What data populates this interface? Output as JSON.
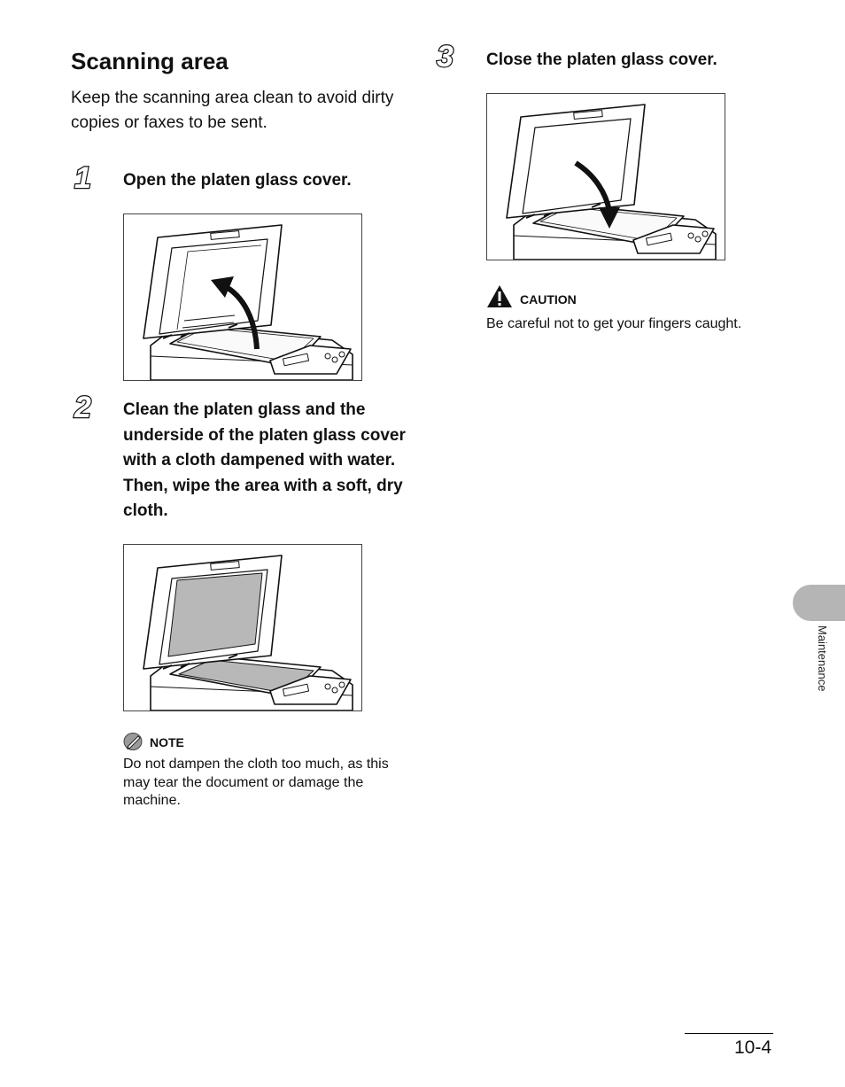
{
  "section": {
    "title": "Scanning area",
    "intro": "Keep the scanning area clean to avoid dirty copies or faxes to be sent."
  },
  "steps": [
    {
      "number": "1",
      "text": "Open the platen glass cover."
    },
    {
      "number": "2",
      "text": "Clean the platen glass and the underside of the platen glass cover with a cloth dampened with water. Then, wipe the area with a soft, dry cloth."
    },
    {
      "number": "3",
      "text": "Close the platen glass cover."
    }
  ],
  "note": {
    "heading": "NOTE",
    "icon": "pencil-note-icon",
    "text": "Do not dampen the cloth too much, as this may tear the document or damage the machine."
  },
  "caution": {
    "heading": "CAUTION",
    "icon": "warning-triangle-icon",
    "text": "Be careful not to get your fingers caught."
  },
  "side_tab": {
    "label": "Maintenance",
    "color": "#b5b5b5"
  },
  "footer": {
    "page_number": "10-4"
  }
}
